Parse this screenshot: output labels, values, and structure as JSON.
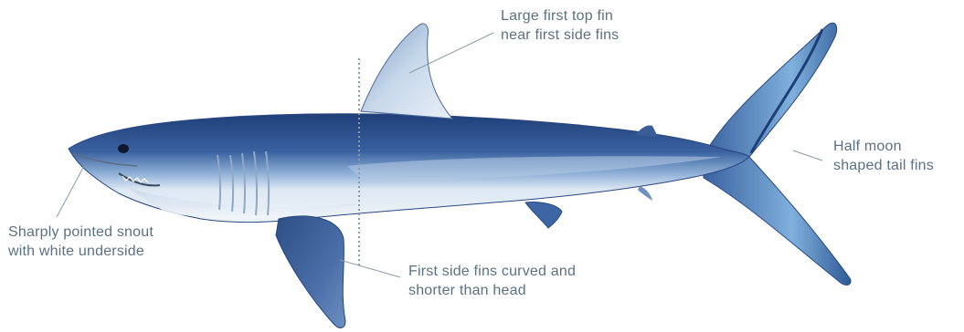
{
  "diagram": {
    "annotations": {
      "top_fin": "Large first top fin\nnear first side fins",
      "tail": "Half moon\nshaped tail fins",
      "snout": "Sharply pointed snout\nwith white underside",
      "side_fin": "First side fins curved and\nshorter than head"
    },
    "colors": {
      "label_text": "#5b7183",
      "leader_line": "#8a9aa8",
      "shark_back": "#2e4f86",
      "shark_mid": "#6a8fc0",
      "shark_belly": "#e4edf6",
      "fin_light": "#c4d6ea",
      "tail_light": "#9dc6e6"
    }
  }
}
